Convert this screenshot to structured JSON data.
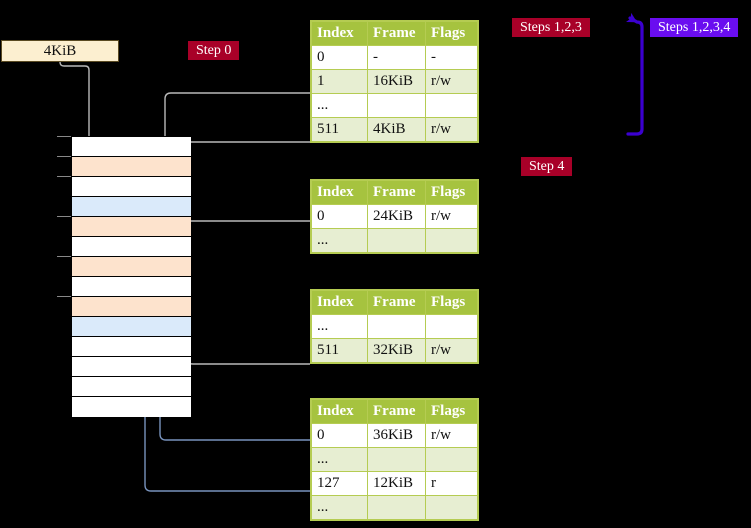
{
  "diagram": {
    "title_box": {
      "label": "4KiB"
    },
    "badges": [
      {
        "id": "step0",
        "label": "Step 0",
        "color": "#a80028"
      },
      {
        "id": "steps123",
        "label": "Steps 1,2,3",
        "color": "#a80028"
      },
      {
        "id": "steps1234",
        "label": "Steps 1,2,3,4",
        "color": "#6a0df0"
      },
      {
        "id": "step4",
        "label": "Step 4",
        "color": "#a80028"
      }
    ],
    "memory": {
      "name": "physical-memory-column",
      "rows": [
        {
          "fill": "white"
        },
        {
          "fill": "peach"
        },
        {
          "fill": "white"
        },
        {
          "fill": "blue"
        },
        {
          "fill": "peach"
        },
        {
          "fill": "white"
        },
        {
          "fill": "peach"
        },
        {
          "fill": "white"
        },
        {
          "fill": "peach"
        },
        {
          "fill": "blue"
        },
        {
          "fill": "white"
        },
        {
          "fill": "white"
        },
        {
          "fill": "white"
        },
        {
          "fill": "white"
        }
      ],
      "tick_rows": [
        0,
        1,
        2,
        4,
        6,
        8
      ]
    },
    "tables": [
      {
        "id": "ptable0",
        "headers": [
          "Index",
          "Frame",
          "Flags"
        ],
        "rows": [
          {
            "cells": [
              "0",
              "-",
              "-"
            ],
            "alt": false,
            "highlight": false
          },
          {
            "cells": [
              "1",
              "16KiB",
              "r/w"
            ],
            "alt": true,
            "highlight": false
          },
          {
            "cells": [
              "...",
              "",
              ""
            ],
            "alt": false,
            "highlight": false
          },
          {
            "cells": [
              "511",
              "4KiB",
              "r/w"
            ],
            "alt": true,
            "highlight": true
          }
        ]
      },
      {
        "id": "ptable1",
        "headers": [
          "Index",
          "Frame",
          "Flags"
        ],
        "rows": [
          {
            "cells": [
              "0",
              "24KiB",
              "r/w"
            ],
            "alt": false,
            "highlight": false
          },
          {
            "cells": [
              "...",
              "",
              ""
            ],
            "alt": true,
            "highlight": false
          }
        ]
      },
      {
        "id": "ptable2",
        "headers": [
          "Index",
          "Frame",
          "Flags"
        ],
        "rows": [
          {
            "cells": [
              "...",
              "",
              ""
            ],
            "alt": false,
            "highlight": false
          },
          {
            "cells": [
              "511",
              "32KiB",
              "r/w"
            ],
            "alt": true,
            "highlight": false
          }
        ]
      },
      {
        "id": "ptable3",
        "headers": [
          "Index",
          "Frame",
          "Flags"
        ],
        "rows": [
          {
            "cells": [
              "0",
              "36KiB",
              "r/w"
            ],
            "alt": false,
            "highlight": false
          },
          {
            "cells": [
              "...",
              "",
              ""
            ],
            "alt": true,
            "highlight": false
          },
          {
            "cells": [
              "127",
              "12KiB",
              "r"
            ],
            "alt": false,
            "highlight": false
          },
          {
            "cells": [
              "...",
              "",
              ""
            ],
            "alt": true,
            "highlight": false
          }
        ]
      }
    ],
    "colors": {
      "header_green": "#a6c33f",
      "row_alt": "#e7eed2",
      "highlight_yellow": "#ffff9e",
      "mem_peach": "#fde3cd",
      "mem_blue": "#daeafa",
      "source_box": "#fcefd0",
      "gray_wire": "#b0b0b0",
      "blue_wire": "#6f8fbf",
      "violet_wire": "#3b00d0"
    }
  }
}
